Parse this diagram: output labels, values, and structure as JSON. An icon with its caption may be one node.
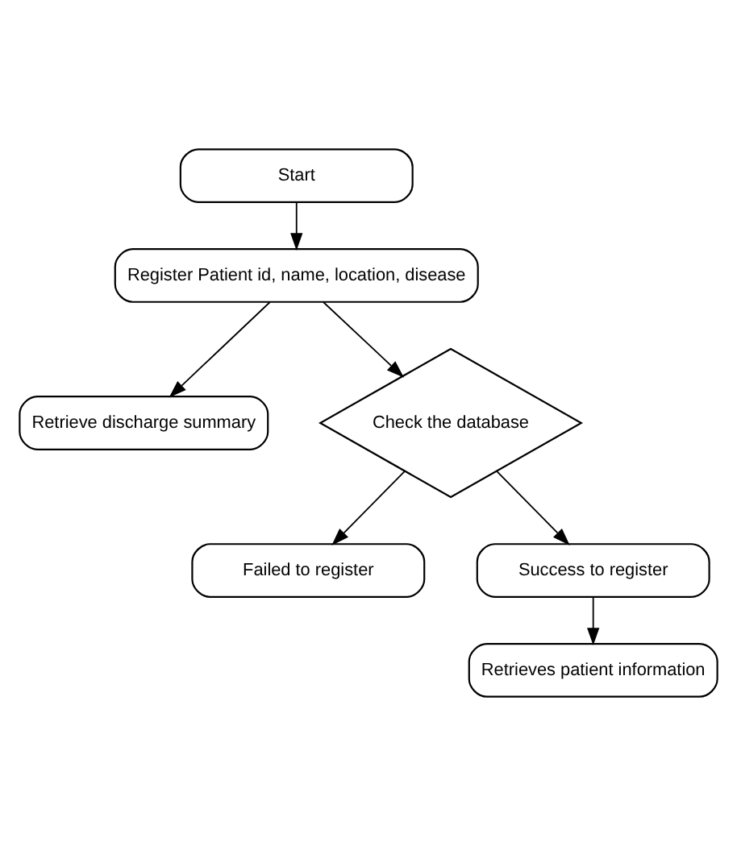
{
  "diagram": {
    "nodes": [
      {
        "text": [
          "Start"
        ]
      },
      {
        "text": [
          "Register Patient id, name, location, disease"
        ]
      },
      {
        "text": [
          "Retrieve discharge summary"
        ]
      },
      {
        "text": [
          "Check the database"
        ]
      },
      {
        "text": [
          "Failed to register"
        ]
      },
      {
        "text": [
          "Success to register"
        ]
      },
      {
        "text": [
          "Retrieves patient information"
        ]
      }
    ],
    "edges": [
      {
        "from": 0,
        "to": 1,
        "arrow": "to"
      },
      {
        "from": 1,
        "to": 2,
        "arrow": "to"
      },
      {
        "from": 1,
        "to": 3,
        "arrow": "to"
      },
      {
        "from": 3,
        "to": 4,
        "arrow": "to"
      },
      {
        "from": 3,
        "to": 5,
        "arrow": "to"
      },
      {
        "from": 5,
        "to": 6,
        "arrow": "to"
      }
    ]
  }
}
